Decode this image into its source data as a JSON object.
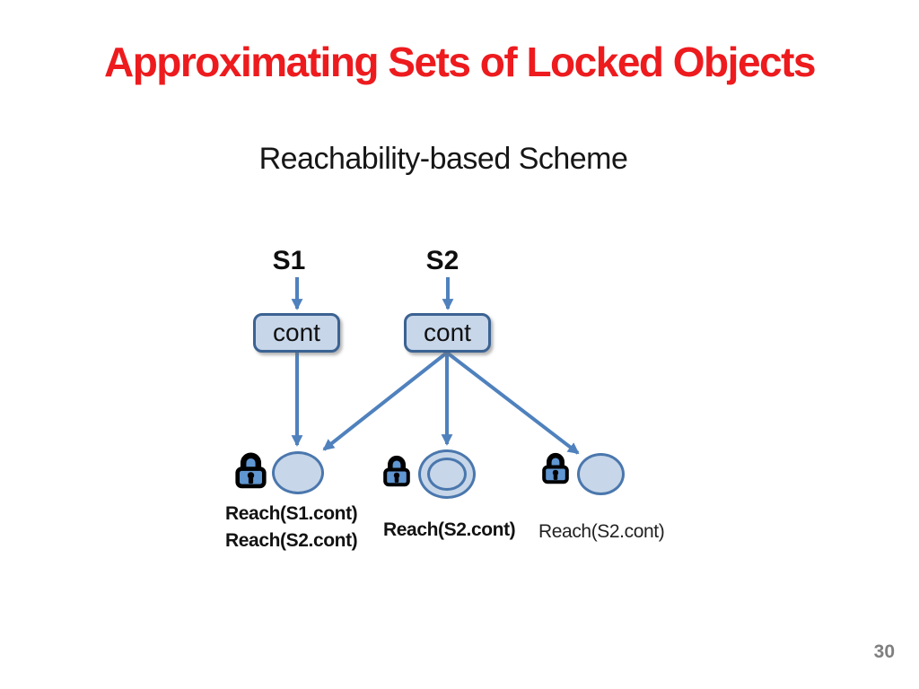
{
  "slide": {
    "title": "Approximating Sets of Locked Objects",
    "subtitle": "Reachability-based Scheme",
    "page_number": "30",
    "colors": {
      "title_red": "#ed1b1e",
      "arrow_blue": "#4f81bd",
      "shape_fill": "#c7d6e9",
      "shape_border": "#3b6292",
      "ellipse_border": "#4a77ad",
      "lock_blue": "#6096d1"
    },
    "diagram": {
      "sources": [
        {
          "label": "S1"
        },
        {
          "label": "S2"
        }
      ],
      "containers": [
        {
          "label": "cont"
        },
        {
          "label": "cont"
        }
      ],
      "objects": [
        {
          "icon": "lock-icon",
          "shape": "single-ellipse",
          "labels": [
            "Reach(S1.cont)",
            "Reach(S2.cont)"
          ],
          "label_style": "bold"
        },
        {
          "icon": "lock-icon",
          "shape": "double-ellipse",
          "labels": [
            "Reach(S2.cont)"
          ],
          "label_style": "bold"
        },
        {
          "icon": "lock-icon",
          "shape": "single-ellipse",
          "labels": [
            "Reach(S2.cont)"
          ],
          "label_style": "regular"
        }
      ]
    }
  }
}
